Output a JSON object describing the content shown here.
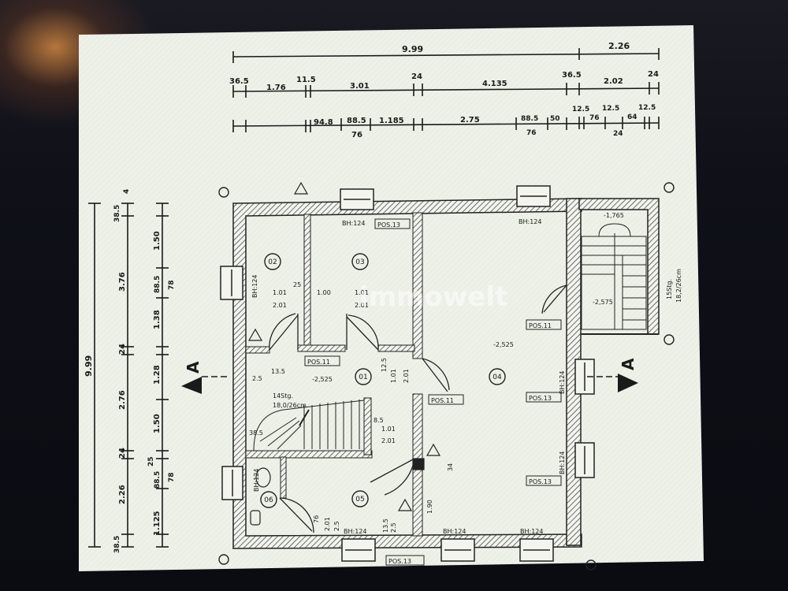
{
  "watermark": "immowelt",
  "dimensions_top": {
    "row1": [
      "9.99",
      "2.26"
    ],
    "row2": [
      "36.5",
      "1.76",
      "11.5",
      "3.01",
      "24",
      "4.135",
      "36.5",
      "2.02",
      "24"
    ],
    "row3": [
      "94.8",
      "88.5",
      "76",
      "1.185",
      "2.75",
      "88.5",
      "76",
      "50",
      "12.5",
      "76",
      "12.5",
      "24",
      "64",
      "12.5"
    ]
  },
  "dimensions_left": {
    "total": "9.99",
    "col1": [
      "38.5",
      "3.76",
      "24",
      "2.76",
      "24",
      "2.26",
      "38.5"
    ],
    "col2": [
      "1.50",
      "88.5",
      "78",
      "1.38",
      "1.28",
      "1.50",
      "25",
      "88.5",
      "78",
      "1.125"
    ],
    "marker": "4"
  },
  "rooms": [
    {
      "id": "02"
    },
    {
      "id": "03"
    },
    {
      "id": "01"
    },
    {
      "id": "04"
    },
    {
      "id": "05"
    },
    {
      "id": "06"
    }
  ],
  "labels": {
    "bh_top_a": "BH:124",
    "pos_top": "POS.13",
    "bh_top_b": "BH:124",
    "bh_left": "BH:124",
    "bh_left_b": "BH:124",
    "bh_bottom_a": "BH:124",
    "bh_bottom_b": "BH:124",
    "bh_bottom_c": "BH:124",
    "bh_right_a": "BH:124",
    "bh_right_b": "BH:124",
    "pos_11_a": "POS.11",
    "pos_11_b": "POS.11",
    "pos_11_c": "POS.11",
    "pos_13_a": "POS.13",
    "pos_13_b": "POS.13",
    "pos_13_bottom": "POS.13",
    "level_1765": "-1,765",
    "level_2575": "-2,575",
    "level_2525_a": "-2,525",
    "level_2525_b": "-2,525",
    "door_101_a": "1.01",
    "door_201_a": "2.01",
    "door_100": "1.00",
    "door_201_b": "2.01",
    "door_101_b": "1.01",
    "door_201_c": "2.01",
    "wall_25": "25",
    "v_1251": "12.5",
    "v_1012": "1.01",
    "v_2012": "2.01",
    "h_135": "13.5",
    "h_25": "2.5",
    "stair_14": "14Stg.",
    "stair_14_size": "18,0/26cm",
    "stair_15": "15Stg.",
    "stair_15_size": "18,2/26cm",
    "s_385": "38.5",
    "s_85": "8.5",
    "d_101": "1.01",
    "d_201": "2.01",
    "v_34": "34",
    "v_190": "1.90",
    "v_135": "13.5",
    "v_25b": "2.5",
    "v_201b": "2.01",
    "v_25c": "2.5",
    "v_76": "76",
    "section_a": "A"
  },
  "colors": {
    "paper": "#eef1e8",
    "wall": "#2a2a2a",
    "line": "#1a1a1a"
  }
}
